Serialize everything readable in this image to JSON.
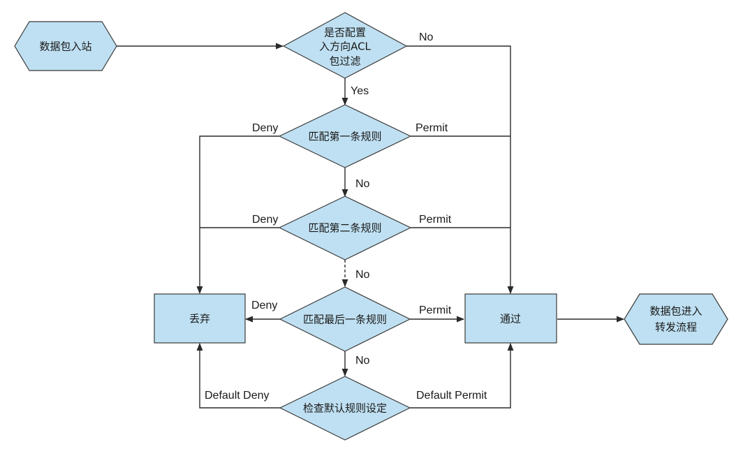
{
  "nodes": {
    "start": "数据包入站",
    "decision_acl": [
      "是否配置",
      "入方向ACL",
      "包过滤"
    ],
    "rule1": "匹配第一条规则",
    "rule2": "匹配第二条规则",
    "rule_last": "匹配最后一条规则",
    "default_check": "检查默认规则设定",
    "drop": "丢弃",
    "pass": "通过",
    "forward": [
      "数据包进入",
      "转发流程"
    ]
  },
  "edges": {
    "no_acl": "No",
    "yes_acl": "Yes",
    "deny1": "Deny",
    "permit1": "Permit",
    "no1": "No",
    "deny2": "Deny",
    "permit2": "Permit",
    "no2": "No",
    "deny_last": "Deny",
    "permit_last": "Permit",
    "no_last": "No",
    "default_deny": "Default Deny",
    "default_permit": "Default Permit"
  }
}
